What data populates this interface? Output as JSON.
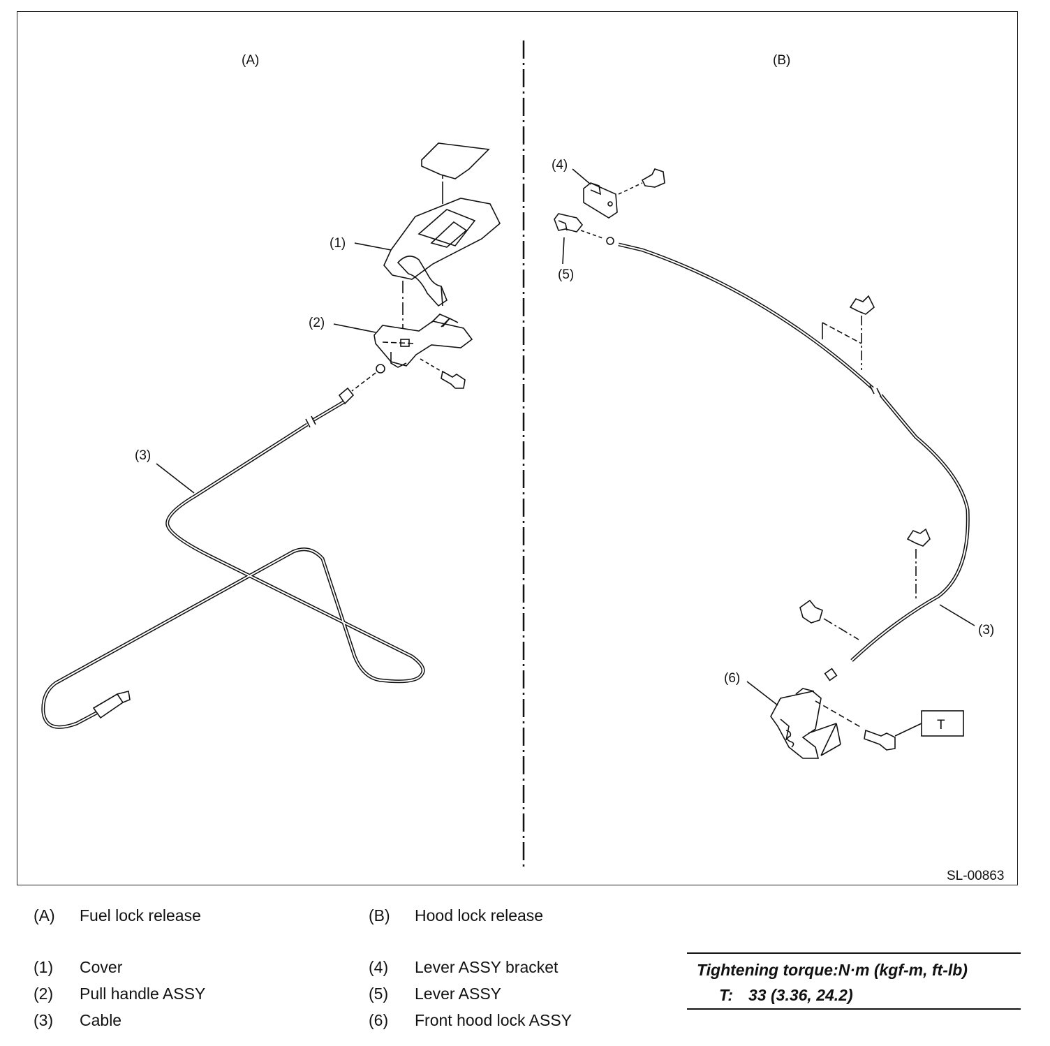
{
  "figure_code": "SL-00863",
  "panels": {
    "a": "(A)",
    "b": "(B)"
  },
  "callouts": {
    "c1": "(1)",
    "c2": "(2)",
    "c3a": "(3)",
    "c4": "(4)",
    "c5": "(5)",
    "c3b": "(3)",
    "c6": "(6)",
    "torque_tag": "T"
  },
  "legend": {
    "groups": [
      {
        "code": "(A)",
        "label": "Fuel lock release"
      },
      {
        "code": "(B)",
        "label": "Hood lock release"
      }
    ],
    "parts": [
      {
        "code": "(1)",
        "label": "Cover"
      },
      {
        "code": "(2)",
        "label": "Pull handle ASSY"
      },
      {
        "code": "(3)",
        "label": "Cable"
      },
      {
        "code": "(4)",
        "label": "Lever ASSY bracket"
      },
      {
        "code": "(5)",
        "label": "Lever ASSY"
      },
      {
        "code": "(6)",
        "label": "Front hood lock ASSY"
      }
    ]
  },
  "torque": {
    "title": "Tightening torque:N·m (kgf-m, ft-lb)",
    "code": "T:",
    "value": "33 (3.36, 24.2)"
  }
}
